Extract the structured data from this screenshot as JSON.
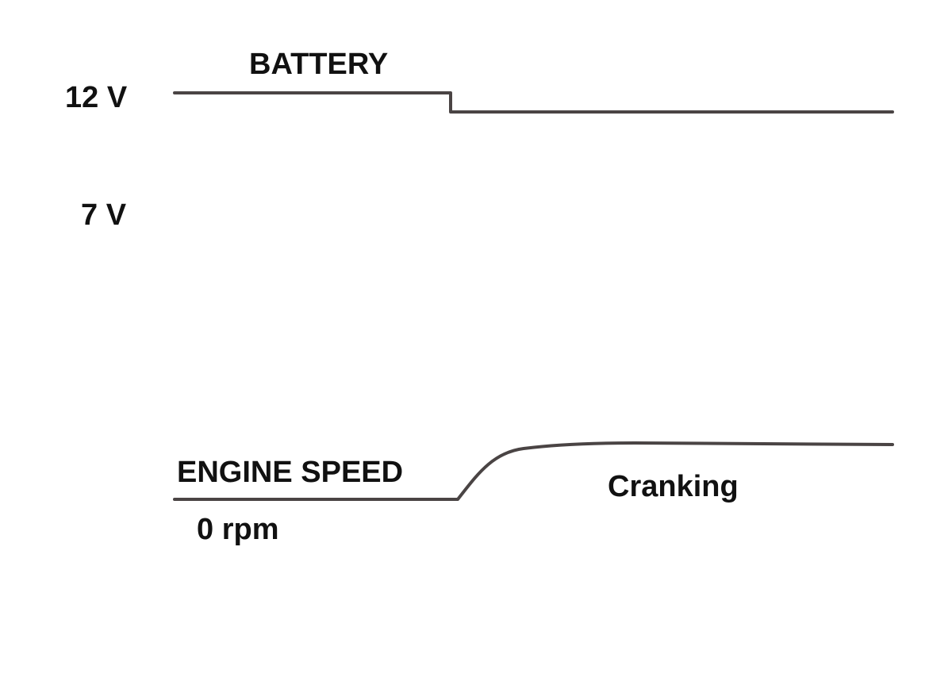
{
  "labels": {
    "battery": "BATTERY",
    "v12": "12 V",
    "v7": "7 V",
    "engine_speed": "ENGINE SPEED",
    "cranking": "Cranking",
    "rpm0": "0 rpm"
  },
  "colors": {
    "trace": "#4a4444",
    "text": "#111111",
    "background": "#ffffff"
  }
}
